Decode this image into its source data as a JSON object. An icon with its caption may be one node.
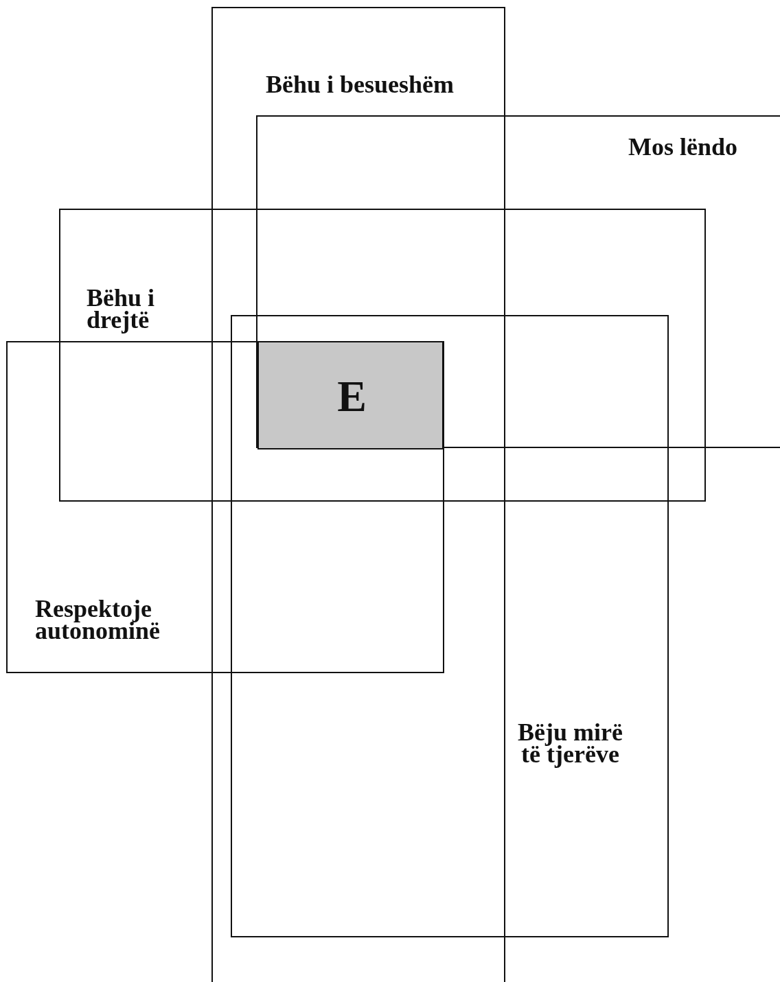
{
  "diagram": {
    "nodes": [
      {
        "text": [
          "Bëhu i besueshëm"
        ]
      },
      {
        "text": [
          "Mos lëndo"
        ]
      },
      {
        "text": [
          "Bëhu i drejtë"
        ]
      },
      {
        "text": [
          "Bëju mirë të tjerëve"
        ]
      },
      {
        "text": [
          "Respektoje autonominë"
        ]
      },
      {
        "text": [
          "E"
        ]
      }
    ]
  }
}
